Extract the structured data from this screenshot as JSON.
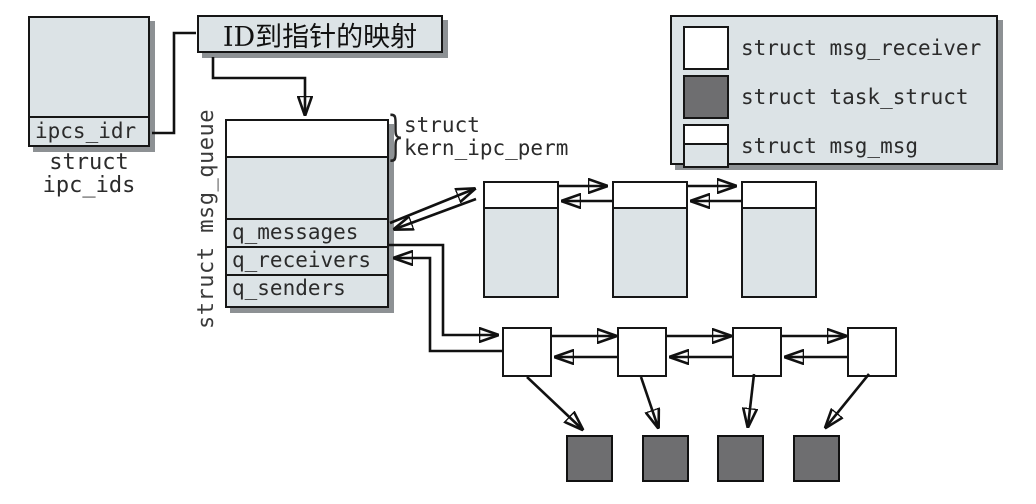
{
  "ipc_ids": {
    "field": "ipcs_idr",
    "caption": "struct\nipc_ids"
  },
  "mapping": {
    "label": "ID到指针的映射"
  },
  "msg_queue": {
    "title": "struct msg_queue",
    "kern_brace": "}",
    "kern_label": "struct\nkern_ipc_perm",
    "rows": [
      "q_messages",
      "q_receivers",
      "q_senders"
    ]
  },
  "legend": {
    "items": [
      {
        "swatch": "msg-receiver-swatch",
        "label": "struct msg_receiver"
      },
      {
        "swatch": "task-struct-swatch",
        "label": "struct task_struct"
      },
      {
        "swatch": "msg-msg-swatch",
        "label": "struct msg_msg"
      }
    ]
  },
  "counts": {
    "msg_msg_boxes": 3,
    "msg_receiver_boxes": 4,
    "task_struct_boxes": 4
  },
  "colors": {
    "fill_light": "#dce3e6",
    "fill_dark": "#6e6e70",
    "line": "#111111",
    "shadow": "#8d9194"
  }
}
